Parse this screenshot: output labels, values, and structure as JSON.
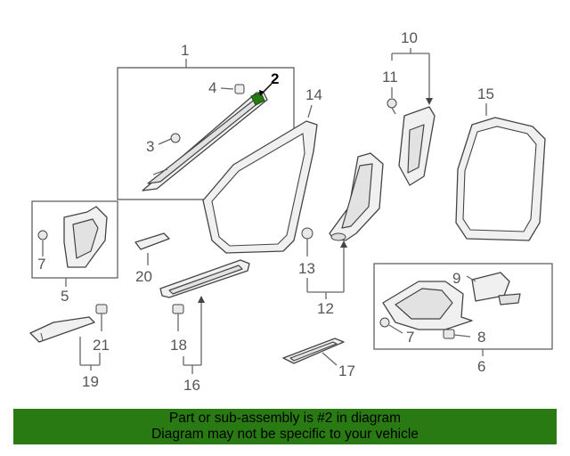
{
  "callouts": {
    "c1": "1",
    "c2": "2",
    "c3": "3",
    "c4": "4",
    "c5": "5",
    "c6": "6",
    "c7a": "7",
    "c7b": "7",
    "c8": "8",
    "c9": "9",
    "c10": "10",
    "c11": "11",
    "c12": "12",
    "c13": "13",
    "c14": "14",
    "c15": "15",
    "c16": "16",
    "c17": "17",
    "c18": "18",
    "c19": "19",
    "c20": "20",
    "c21": "21"
  },
  "highlight_part": "2",
  "highlight_color": "#2a7a14",
  "banner": {
    "line1": "Part or sub-assembly is #2 in diagram",
    "line2": "Diagram may not be specific to your vehicle",
    "color": "#2a7a14"
  }
}
